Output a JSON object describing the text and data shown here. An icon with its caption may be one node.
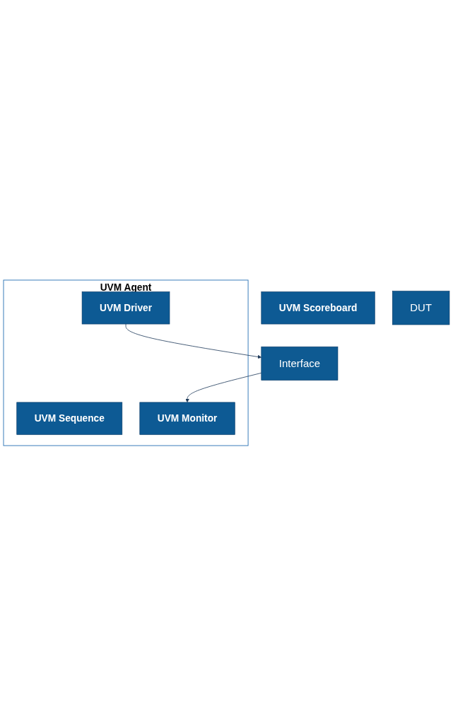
{
  "diagram": {
    "nodes": [
      {
        "text": [
          "UVM Scoreboard"
        ]
      },
      {
        "text": [
          "UVM Agent"
        ]
      },
      {
        "text": [
          "UVM Sequence"
        ],
        "in": 1
      },
      {
        "text": [
          "UVM Driver"
        ],
        "in": 1
      },
      {
        "text": [
          "UVM Monitor"
        ],
        "in": 1
      },
      {
        "text": [
          "Interface"
        ]
      },
      {
        "text": [
          "DUT"
        ]
      }
    ],
    "edges": [
      {
        "from": 3,
        "to": 5,
        "arrow": "to"
      },
      {
        "from": 5,
        "to": 4,
        "arrow": "to"
      }
    ]
  }
}
